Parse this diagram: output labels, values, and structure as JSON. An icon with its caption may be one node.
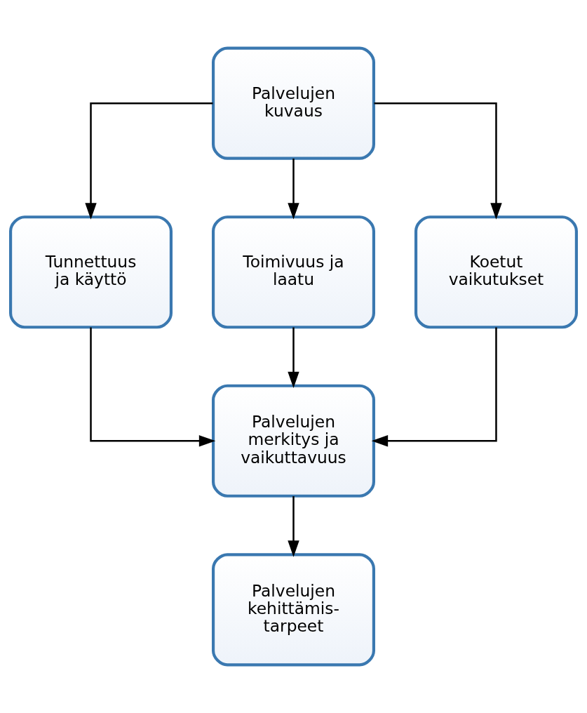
{
  "diagram": {
    "nodes": [
      {
        "text": [
          "Palvelujen kuvaus"
        ]
      },
      {
        "text": [
          "Tunnettuus ja käyttö"
        ]
      },
      {
        "text": [
          "Toimivuus ja laatu"
        ]
      },
      {
        "text": [
          "Koetut vaikutukset"
        ]
      },
      {
        "text": [
          "Palvelujen merkitys ja vaikuttavuus"
        ]
      },
      {
        "text": [
          "Palvelujen kehittämis- tarpeet"
        ]
      }
    ],
    "edges": [
      {
        "from": 0,
        "to": 1,
        "arrow": "to"
      },
      {
        "from": 0,
        "to": 2,
        "arrow": "to"
      },
      {
        "from": 0,
        "to": 3,
        "arrow": "to"
      },
      {
        "from": 1,
        "to": 4,
        "arrow": "to"
      },
      {
        "from": 2,
        "to": 4,
        "arrow": "to"
      },
      {
        "from": 3,
        "to": 4,
        "arrow": "to"
      },
      {
        "from": 4,
        "to": 5,
        "arrow": "to"
      }
    ]
  }
}
